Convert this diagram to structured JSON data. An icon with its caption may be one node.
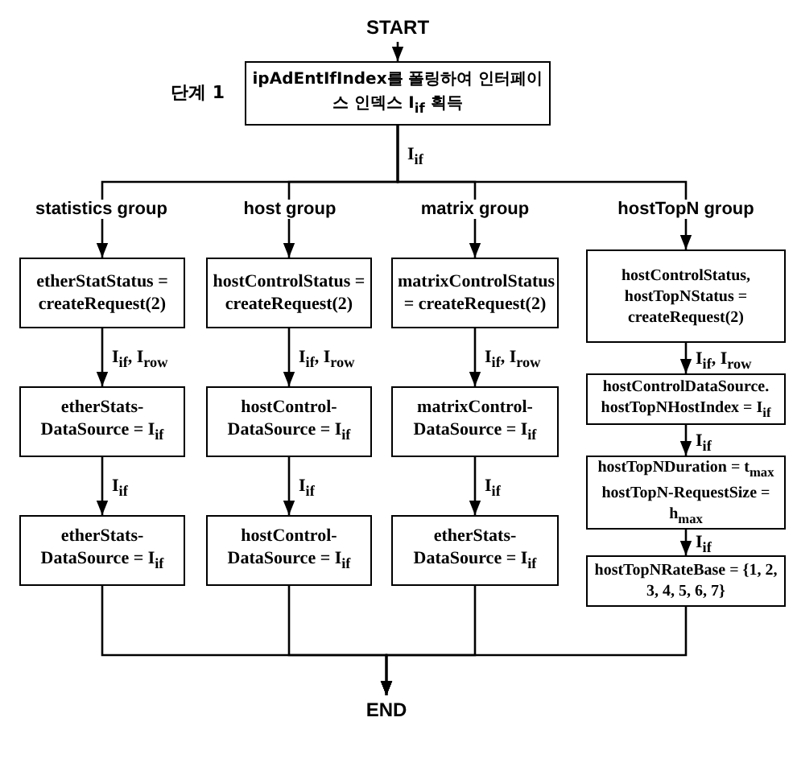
{
  "diagram": {
    "nodes": [
      {
        "text": [
          "START"
        ]
      },
      {
        "text": [
          "ipAdEntIfIndex를 폴링하여 인터페이스 인덱스 I$_{if}$ 획득"
        ],
        "beside": [
          "단계 1"
        ]
      },
      {
        "text": [
          "etherStatStatus = createRequest(2)"
        ]
      },
      {
        "text": [
          "etherStats-DataSource = I$_{if}$"
        ]
      },
      {
        "text": [
          "etherStats-DataSource = I$_{if}$"
        ]
      },
      {
        "text": [
          "hostControlStatus = createRequest(2)"
        ]
      },
      {
        "text": [
          "hostControl-DataSource = I$_{if}$"
        ]
      },
      {
        "text": [
          "hostControl-DataSource = I$_{if}$"
        ]
      },
      {
        "text": [
          "matrixControlStatus = createRequest(2)"
        ]
      },
      {
        "text": [
          "matrixControl-DataSource = I$_{if}$"
        ]
      },
      {
        "text": [
          "etherStats-DataSource = I$_{if}$"
        ]
      },
      {
        "text": [
          "hostControlStatus, hostTopNStatus = createRequest(2)"
        ]
      },
      {
        "text": [
          "hostControlDataSource. hostTopNHostIndex = I$_{if}$"
        ]
      },
      {
        "text": [
          "hostTopNDuration = t$_{max}$ hostTopN-RequestSize = h$_{max}$"
        ]
      },
      {
        "text": [
          "hostTopNRateBase = {1, 2, 3, 4, 5, 6, 7}"
        ]
      },
      {
        "text": [
          "END"
        ]
      }
    ],
    "edges": [
      {
        "from": 0,
        "to": 1,
        "arrow": "to"
      },
      {
        "from": 1,
        "to": 2,
        "arrow": "to",
        "label": "I$_{if}$"
      },
      {
        "from": 1,
        "to": 5,
        "arrow": "to"
      },
      {
        "from": 1,
        "to": 8,
        "arrow": "to"
      },
      {
        "from": 1,
        "to": 11,
        "arrow": "to"
      },
      {
        "from": 2,
        "to": 3,
        "arrow": "to",
        "label": "I$_{if}$, I$_{row}$"
      },
      {
        "from": 3,
        "to": 4,
        "arrow": "to",
        "label": "I$_{if}$"
      },
      {
        "from": 5,
        "to": 6,
        "arrow": "to",
        "label": "I$_{if}$, I$_{row}$"
      },
      {
        "from": 6,
        "to": 7,
        "arrow": "to",
        "label": "I$_{if}$"
      },
      {
        "from": 8,
        "to": 9,
        "arrow": "to",
        "label": "I$_{if}$, I$_{row}$"
      },
      {
        "from": 9,
        "to": 10,
        "arrow": "to",
        "label": "I$_{if}$"
      },
      {
        "from": 11,
        "to": 12,
        "arrow": "to",
        "label": "I$_{if}$, I$_{row}$"
      },
      {
        "from": 12,
        "to": 13,
        "arrow": "to",
        "label": "I$_{if}$"
      },
      {
        "from": 13,
        "to": 14,
        "arrow": "to",
        "label": "I$_{if}$"
      },
      {
        "from": 4,
        "to": 15,
        "arrow": "to"
      },
      {
        "from": 7,
        "to": 15,
        "arrow": "to"
      },
      {
        "from": 10,
        "to": 15,
        "arrow": "to"
      },
      {
        "from": 14,
        "to": 15,
        "arrow": "to"
      }
    ],
    "labels": [
      "statistics group",
      "host group",
      "matrix group",
      "hostTopN group"
    ]
  }
}
